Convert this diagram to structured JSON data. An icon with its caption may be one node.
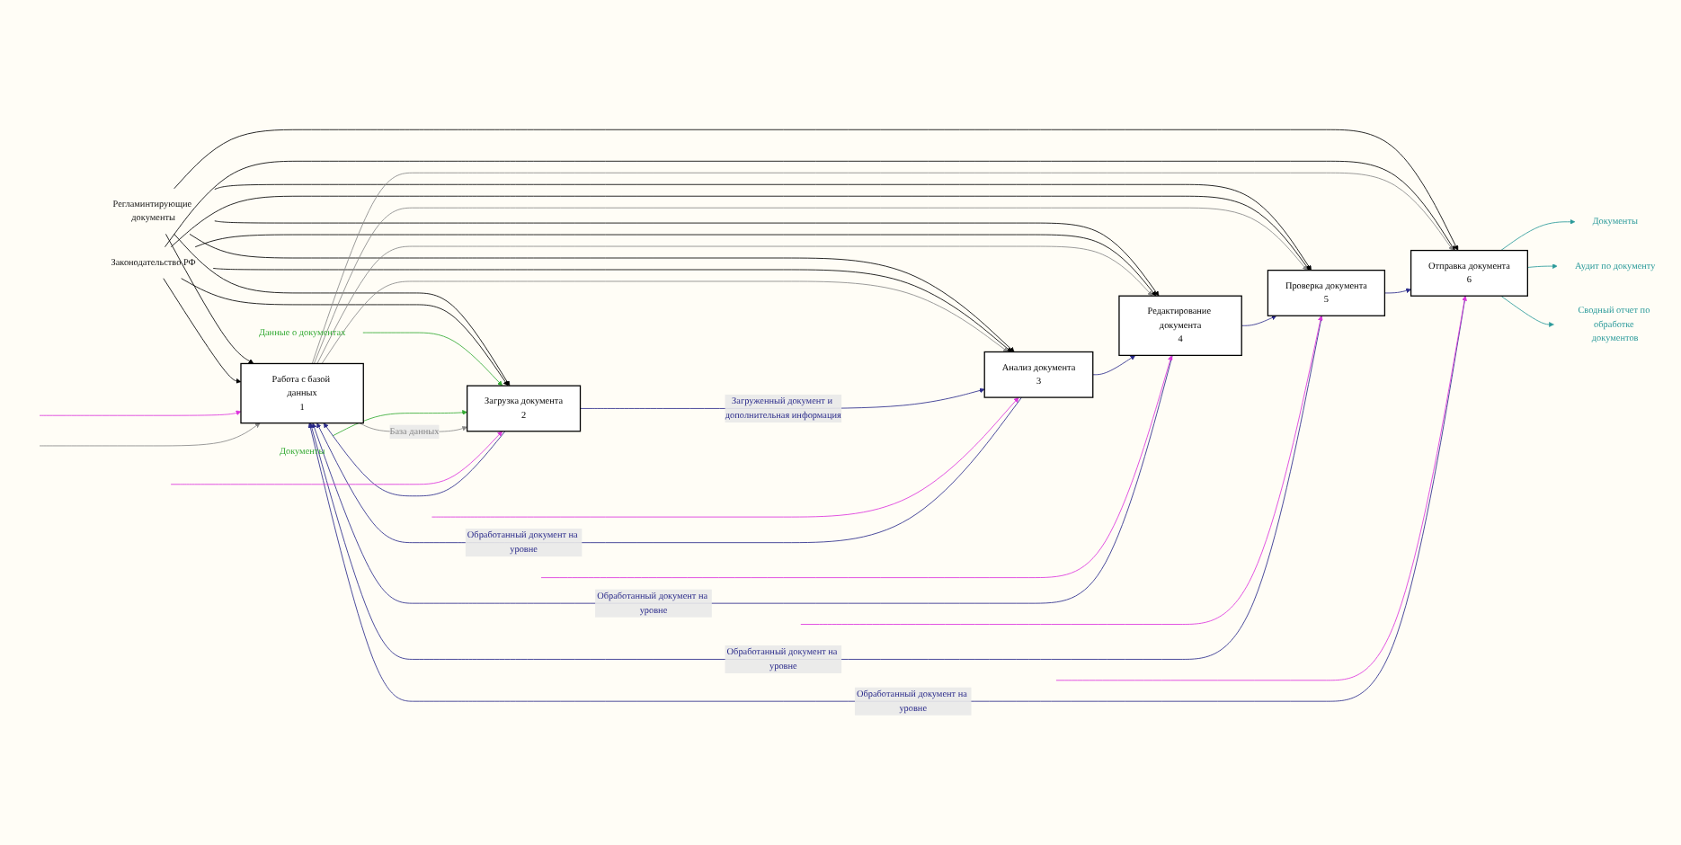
{
  "diagram": {
    "nodes": [
      {
        "text": [
          "Регламинтирующие документы"
        ]
      },
      {
        "text": [
          "Законодательство РФ"
        ]
      },
      {
        "text": [
          "Данные о документах"
        ]
      },
      {
        "text": [
          "Документы"
        ]
      },
      {
        "text": [
          "Работа с базой данных",
          "1"
        ]
      },
      {
        "text": [
          "Загрузка документа",
          "2"
        ]
      },
      {
        "text": [
          "Анализ документа",
          "3"
        ]
      },
      {
        "text": [
          "Редактирование документа",
          "4"
        ]
      },
      {
        "text": [
          "Проверка документа",
          "5"
        ]
      },
      {
        "text": [
          "Отправка документа",
          "6"
        ]
      },
      {
        "text": [
          "Документы"
        ]
      },
      {
        "text": [
          "Аудит по документу"
        ]
      },
      {
        "text": [
          "Сводный отчет по обработке документов"
        ]
      }
    ],
    "edges": [
      {
        "from": 0,
        "to": 4,
        "arrow": "to"
      },
      {
        "from": 0,
        "to": 5,
        "arrow": "to"
      },
      {
        "from": 0,
        "to": 6,
        "arrow": "to"
      },
      {
        "from": 0,
        "to": 7,
        "arrow": "to"
      },
      {
        "from": 0,
        "to": 8,
        "arrow": "to"
      },
      {
        "from": 0,
        "to": 9,
        "arrow": "to"
      },
      {
        "from": 1,
        "to": 4,
        "arrow": "to"
      },
      {
        "from": 1,
        "to": 5,
        "arrow": "to"
      },
      {
        "from": 1,
        "to": 6,
        "arrow": "to"
      },
      {
        "from": 1,
        "to": 7,
        "arrow": "to"
      },
      {
        "from": 1,
        "to": 8,
        "arrow": "to"
      },
      {
        "from": 1,
        "to": 9,
        "arrow": "to"
      },
      {
        "from": 2,
        "to": 5,
        "arrow": "to",
        "color": "#33aa33"
      },
      {
        "from": 3,
        "to": 5,
        "arrow": "to",
        "color": "#33aa33"
      },
      {
        "from": 4,
        "to": 5,
        "arrow": "to",
        "label": "База данных",
        "color": "#888888"
      },
      {
        "from": 4,
        "to": 6,
        "arrow": "to",
        "color": "#888888"
      },
      {
        "from": 4,
        "to": 7,
        "arrow": "to",
        "color": "#888888"
      },
      {
        "from": 4,
        "to": 8,
        "arrow": "to",
        "color": "#888888"
      },
      {
        "from": 4,
        "to": 9,
        "arrow": "to",
        "color": "#888888"
      },
      {
        "from": 5,
        "to": 6,
        "arrow": "to",
        "label": "Загруженный документ и дополнительная информация",
        "color": "#2a2a8a"
      },
      {
        "from": 5,
        "to": 4,
        "arrow": "to",
        "color": "#2a2a8a"
      },
      {
        "from": 6,
        "to": 7,
        "arrow": "to",
        "color": "#2a2a8a"
      },
      {
        "from": 6,
        "to": 4,
        "arrow": "to",
        "label": "Обработанный документ на уровне",
        "color": "#2a2a8a"
      },
      {
        "from": 7,
        "to": 8,
        "arrow": "to",
        "color": "#2a2a8a"
      },
      {
        "from": 7,
        "to": 4,
        "arrow": "to",
        "label": "Обработанный документ на уровне",
        "color": "#2a2a8a"
      },
      {
        "from": 8,
        "to": 9,
        "arrow": "to",
        "color": "#2a2a8a"
      },
      {
        "from": 8,
        "to": 4,
        "arrow": "to",
        "label": "Обработанный документ на уровне",
        "color": "#2a2a8a"
      },
      {
        "from": 9,
        "to": 4,
        "arrow": "to",
        "label": "Обработанный документ на уровне",
        "color": "#2a2a8a"
      },
      {
        "from": 9,
        "to": 10,
        "arrow": "to",
        "color": "#2a9a9a"
      },
      {
        "from": 9,
        "to": 11,
        "arrow": "to",
        "color": "#2a9a9a"
      },
      {
        "from": 9,
        "to": 12,
        "arrow": "to",
        "color": "#2a9a9a"
      },
      {
        "from": null,
        "to": 4,
        "arrow": "to",
        "color": "#dd33dd"
      },
      {
        "from": null,
        "to": 4,
        "arrow": "to",
        "color": "#888888"
      },
      {
        "from": null,
        "to": 5,
        "arrow": "to",
        "color": "#dd33dd"
      },
      {
        "from": null,
        "to": 6,
        "arrow": "to",
        "color": "#dd33dd"
      },
      {
        "from": null,
        "to": 7,
        "arrow": "to",
        "color": "#dd33dd"
      },
      {
        "from": null,
        "to": 8,
        "arrow": "to",
        "color": "#dd33dd"
      },
      {
        "from": null,
        "to": 9,
        "arrow": "to",
        "color": "#dd33dd"
      }
    ]
  }
}
